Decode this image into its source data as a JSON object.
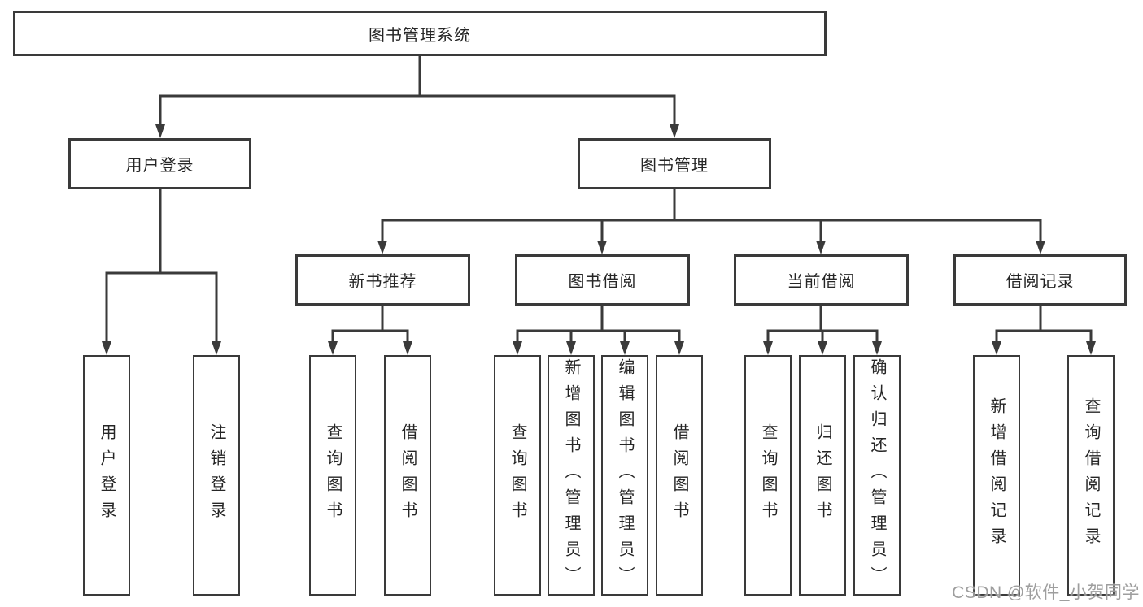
{
  "diagram_title": "图书管理系统",
  "colors": {
    "line": "#3a3a3a",
    "box_border": "#3a3a3a",
    "text": "#262626",
    "background": "#ffffff",
    "watermark": "#969696"
  },
  "tree": {
    "label": "图书管理系统",
    "children": [
      {
        "label": "用户登录",
        "children": [
          {
            "label": "用户登录"
          },
          {
            "label": "注销登录"
          }
        ]
      },
      {
        "label": "图书管理",
        "children": [
          {
            "label": "新书推荐",
            "children": [
              {
                "label": "查询图书"
              },
              {
                "label": "借阅图书"
              }
            ]
          },
          {
            "label": "图书借阅",
            "children": [
              {
                "label": "查询图书"
              },
              {
                "label": "新增图书（管理员）"
              },
              {
                "label": "编辑图书（管理员）"
              },
              {
                "label": "借阅图书"
              }
            ]
          },
          {
            "label": "当前借阅",
            "children": [
              {
                "label": "查询图书"
              },
              {
                "label": "归还图书"
              },
              {
                "label": "确认归还（管理员）"
              }
            ]
          },
          {
            "label": "借阅记录",
            "children": [
              {
                "label": "新增借阅记录"
              },
              {
                "label": "查询借阅记录"
              }
            ]
          }
        ]
      }
    ]
  },
  "watermark": {
    "text": "CSDN @软件_小贺同学"
  }
}
